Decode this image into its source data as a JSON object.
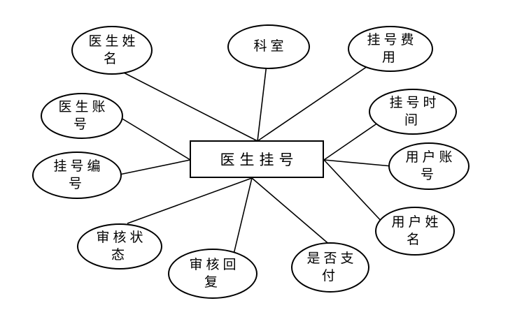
{
  "diagram": {
    "type": "entity-attribute-diagram",
    "colors": {
      "background": "#ffffff",
      "stroke": "#000000",
      "text": "#000000",
      "node_fill": "#ffffff"
    },
    "entity": {
      "id": "doctor-registration",
      "text": "医生挂号",
      "display": "医生挂号",
      "shape": "rectangle"
    },
    "attributes": [
      {
        "id": "doctor-name",
        "text": "医生姓名",
        "display": "医生姓\n名",
        "shape": "ellipse"
      },
      {
        "id": "department",
        "text": "科室",
        "display": "科室",
        "shape": "ellipse"
      },
      {
        "id": "registration-fee",
        "text": "挂号费用",
        "display": "挂号费\n用",
        "shape": "ellipse"
      },
      {
        "id": "doctor-account",
        "text": "医生账号",
        "display": "医生账\n号",
        "shape": "ellipse"
      },
      {
        "id": "registration-number",
        "text": "挂号编号",
        "display": "挂号编\n号",
        "shape": "ellipse"
      },
      {
        "id": "registration-time",
        "text": "挂号时间",
        "display": "挂号时\n间",
        "shape": "ellipse"
      },
      {
        "id": "user-account",
        "text": "用户账号",
        "display": "用户账\n号",
        "shape": "ellipse"
      },
      {
        "id": "user-name",
        "text": "用户姓名",
        "display": "用户姓\n名",
        "shape": "ellipse"
      },
      {
        "id": "audit-status",
        "text": "审核状态",
        "display": "审核状\n态",
        "shape": "ellipse"
      },
      {
        "id": "audit-reply",
        "text": "审核回复",
        "display": "审核回\n复",
        "shape": "ellipse"
      },
      {
        "id": "payment-status",
        "text": "是否支付",
        "display": "是否支\n付",
        "shape": "ellipse"
      }
    ],
    "edges": [
      {
        "from": "医生挂号",
        "to": "医生姓名"
      },
      {
        "from": "医生挂号",
        "to": "科室"
      },
      {
        "from": "医生挂号",
        "to": "挂号费用"
      },
      {
        "from": "医生挂号",
        "to": "医生账号"
      },
      {
        "from": "医生挂号",
        "to": "挂号编号"
      },
      {
        "from": "医生挂号",
        "to": "挂号时间"
      },
      {
        "from": "医生挂号",
        "to": "用户账号"
      },
      {
        "from": "医生挂号",
        "to": "用户姓名"
      },
      {
        "from": "医生挂号",
        "to": "审核状态"
      },
      {
        "from": "医生挂号",
        "to": "审核回复"
      },
      {
        "from": "医生挂号",
        "to": "是否支付"
      }
    ]
  }
}
